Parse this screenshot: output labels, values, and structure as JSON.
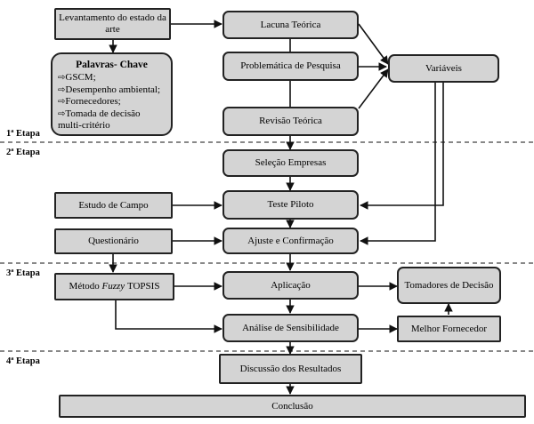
{
  "stages": [
    "1ª Etapa",
    "2ª Etapa",
    "3ª Etapa",
    "4ª Etapa"
  ],
  "boxes": {
    "levantamento": "Levantamento do estado da arte",
    "lacuna": "Lacuna Teórica",
    "problematica": "Problemática de Pesquisa",
    "revisao": "Revisão Teórica",
    "variaveis": "Variáveis",
    "selecao": "Seleção Empresas",
    "estudo_campo": "Estudo de Campo",
    "teste_piloto": "Teste Piloto",
    "questionario": "Questionário",
    "ajuste": "Ajuste e Confirmação",
    "metodo_pre": "Método",
    "metodo_fuzzy": "Fuzzy",
    "metodo_post": "TOPSIS",
    "aplicacao": "Aplicação",
    "tomadores": "Tomadores de Decisão",
    "analise": "Análise de Sensibilidade",
    "melhor": "Melhor Fornecedor",
    "discussao": "Discussão dos Resultados",
    "conclusao": "Conclusão"
  },
  "keywords": {
    "title": "Palavras- Chave",
    "items": [
      "GSCM;",
      "Desempenho ambiental;",
      "Fornecedores;",
      "Tomada de decisão multi-critério"
    ]
  }
}
